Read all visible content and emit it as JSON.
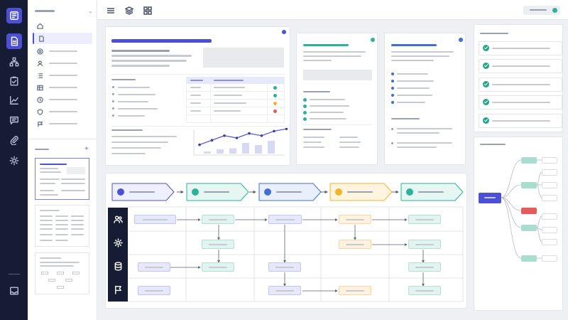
{
  "rail": {
    "icons": [
      "app-logo-icon",
      "document-icon",
      "org-chart-icon",
      "checklist-icon",
      "analytics-icon",
      "chat-icon",
      "attachment-icon",
      "settings-icon",
      "inbox-icon"
    ],
    "active": "document-icon"
  },
  "sidebar": {
    "nav_icons": [
      "home-icon",
      "document-icon",
      "target-icon",
      "user-icon",
      "list-icon",
      "table-icon",
      "clock-icon",
      "shield-icon",
      "flag-icon"
    ],
    "active_index": 1,
    "add_label": "+"
  },
  "colors": {
    "rail_bg": "#151c33",
    "accent": "#4b50d6",
    "teal": "#2bb39a",
    "blue": "#3f6fd1",
    "amber": "#f4b42a",
    "red": "#e55b5b"
  },
  "status_dots": [
    "green",
    "green",
    "amber",
    "red"
  ],
  "line_chart": {
    "line": [
      2,
      4,
      6,
      5,
      7,
      6,
      8,
      9
    ],
    "bars": [
      1,
      2,
      2.5,
      5,
      4,
      6
    ]
  },
  "process_steps": [
    {
      "color": "#4b50d6",
      "fill": "#eef0ff"
    },
    {
      "color": "#2bb39a",
      "fill": "#e6f6f2"
    },
    {
      "color": "#3f6fd1",
      "fill": "#eaf0fb"
    },
    {
      "color": "#f4b42a",
      "fill": "#fff4e0"
    },
    {
      "color": "#2bb39a",
      "fill": "#e6f6f2"
    }
  ],
  "lane_icons": [
    "users-icon",
    "settings-icon",
    "database-icon",
    "flag-icon"
  ],
  "checklist_count": 5
}
